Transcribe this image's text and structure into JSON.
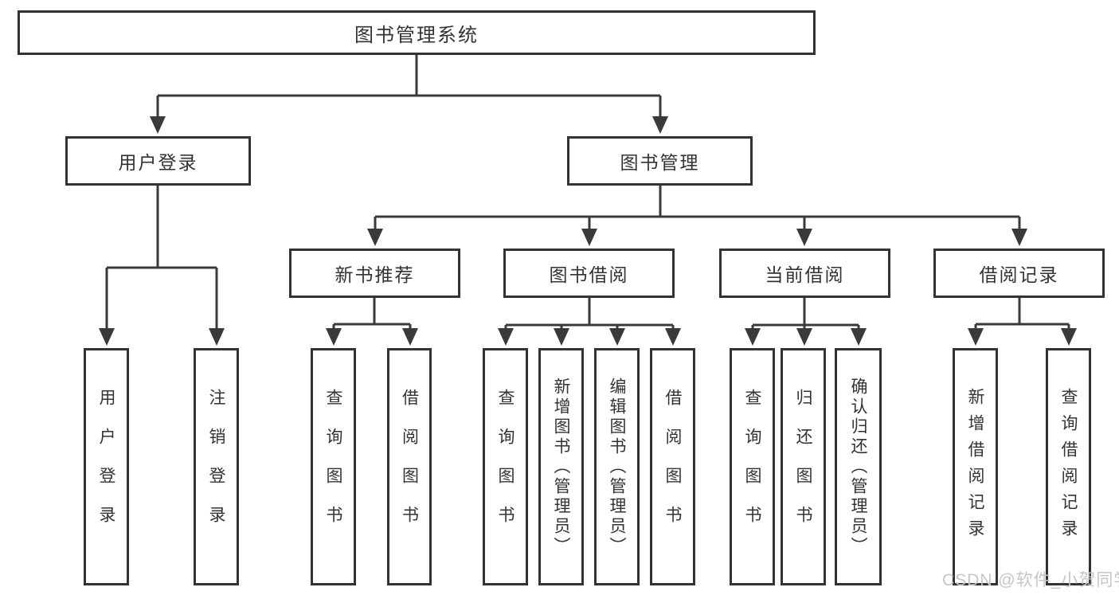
{
  "diagram": {
    "root": "图书管理系统",
    "user_login": {
      "label": "用户登录",
      "children": [
        "用户登录",
        "注销登录"
      ]
    },
    "book_mgmt": {
      "label": "图书管理",
      "sections": [
        {
          "label": "新书推荐",
          "children": [
            "查询图书",
            "借阅图书"
          ]
        },
        {
          "label": "图书借阅",
          "children": [
            "查询图书",
            "新增图书（管理员）",
            "编辑图书（管理员）",
            "借阅图书"
          ]
        },
        {
          "label": "当前借阅",
          "children": [
            "查询图书",
            "归还图书",
            "确认归还（管理员）"
          ]
        },
        {
          "label": "借阅记录",
          "children": [
            "新增借阅记录",
            "查询借阅记录"
          ]
        }
      ]
    },
    "watermark": "CSDN @软件_小贺同学"
  },
  "colors": {
    "line": "#3a3a3a",
    "box_border": "#333333",
    "box_fill": "#ffffff",
    "text": "#333333",
    "watermark": "#c6c6c6",
    "background": "#ffffff"
  }
}
